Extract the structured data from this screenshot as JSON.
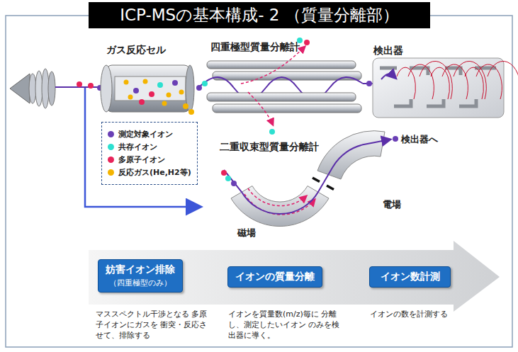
{
  "diagram": {
    "title": "ICP-MSの基本構成- 2 （質量分離部）",
    "nodes": [
      {
        "text": [
          "妨害イオン排除",
          "（四重極型のみ）",
          "マススペクトル干渉となる 多原子イオンにガスを 衝突・反応させて、排除する"
        ]
      },
      {
        "text": [
          "イオンの質量分離",
          "イオンを質量数(m/z)毎に 分離し、測定したいイオン のみを検出器に導く。"
        ]
      },
      {
        "text": [
          "イオン数計測",
          "イオンの数を計測する"
        ]
      }
    ],
    "labels": [
      "ガス反応セル",
      "四重極型質量分離計",
      "検出器",
      "二重収束型質量分離計",
      "検出器へ",
      "磁場",
      "電場"
    ],
    "legend": [
      {
        "text": "測定対象イオン",
        "color": "#6a3fb5"
      },
      {
        "text": "共存イオン",
        "color": "#2de0d0"
      },
      {
        "text": "多原子イオン",
        "color": "#e8245a"
      },
      {
        "text": "反応ガス(He,H2等)",
        "color": "#f4b400"
      }
    ]
  }
}
